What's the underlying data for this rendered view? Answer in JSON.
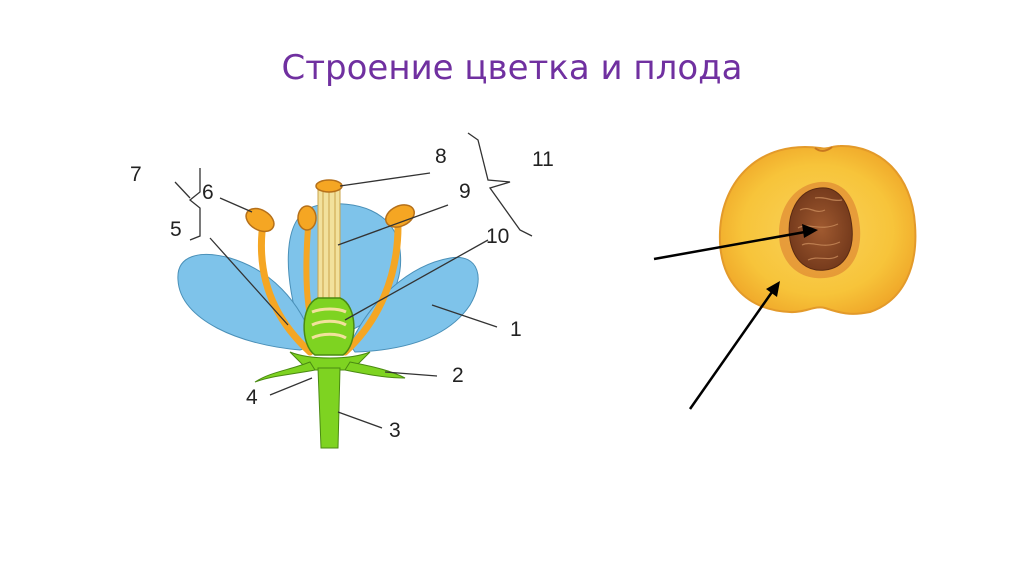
{
  "slide": {
    "title": "Строение цветка и плода"
  },
  "flower_diagram": {
    "labels": [
      "1",
      "2",
      "3",
      "4",
      "5",
      "6",
      "7",
      "8",
      "9",
      "10",
      "11"
    ]
  },
  "colors": {
    "title": "#7030a0",
    "petal": "#7ec3ea",
    "petal_outline": "#4a90b8",
    "stem": "#7ed321",
    "stamen": "#f5a623",
    "peach_flesh": "#f7c948",
    "peach_pit": "#8b4a2b"
  }
}
